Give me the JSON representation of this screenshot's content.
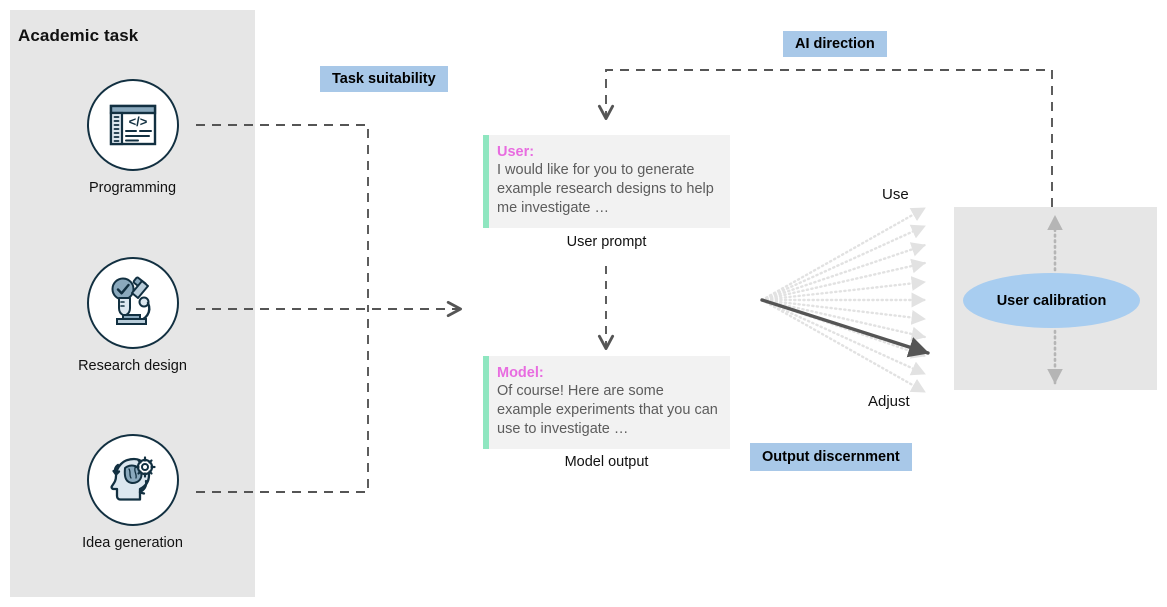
{
  "panel": {
    "title": "Academic task",
    "items": [
      {
        "label": "Programming",
        "icon": "code-window-icon"
      },
      {
        "label": "Research design",
        "icon": "microscope-check-icon"
      },
      {
        "label": "Idea generation",
        "icon": "head-brain-gear-icon"
      }
    ]
  },
  "badges": {
    "task_suitability": "Task suitability",
    "ai_direction": "AI direction",
    "output_discernment": "Output discernment"
  },
  "conversation": {
    "user": {
      "speaker": "User:",
      "text": "I would like for you to generate example research designs to help me investigate …",
      "caption": "User prompt"
    },
    "model": {
      "speaker": "Model:",
      "text": "Of course! Here are some example experiments that you can use to investigate …",
      "caption": "Model output"
    }
  },
  "fan": {
    "top_label": "Use",
    "bottom_label": "Adjust",
    "dotted_arrow_count": 11
  },
  "calibration": {
    "label": "User calibration"
  },
  "colors": {
    "panel_gray": "#e6e6e6",
    "badge_blue": "#a8c8e8",
    "ellipse_blue": "#a8cdf0",
    "accent_green": "#8fe6c0",
    "speaker_pink": "#e86ce0",
    "bubble_gray": "#f2f2f2",
    "icon_navy": "#123041",
    "icon_fill": "#8aa9bd",
    "arrow_gray": "#555555",
    "dotted_gray": "#e0e0e0"
  }
}
